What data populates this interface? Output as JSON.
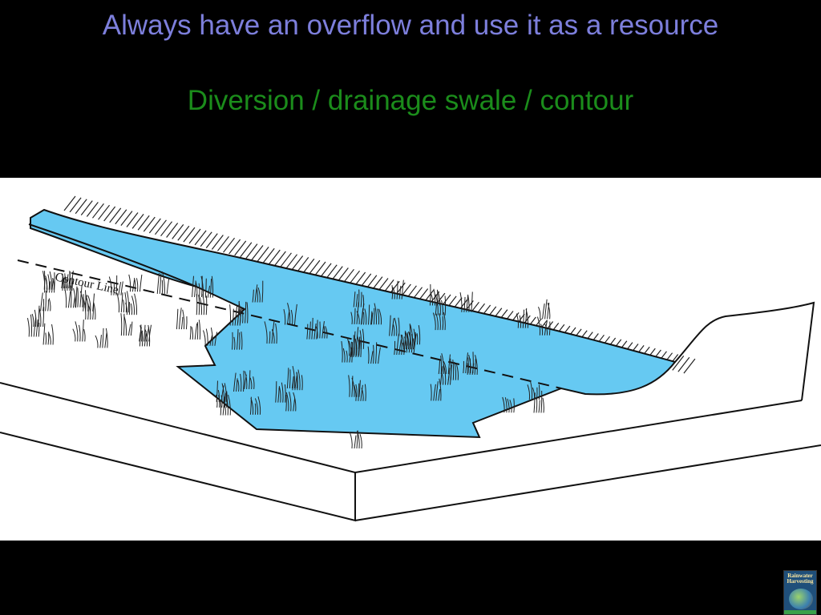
{
  "slide": {
    "title": "Always have an overflow and use it as a resource",
    "subtitle": "Diversion / drainage swale / contour"
  },
  "illustration": {
    "contour_label": "Contour Line",
    "water_color": "#66c9f2"
  },
  "logo": {
    "book_title": "Rainwater Harvesting"
  }
}
